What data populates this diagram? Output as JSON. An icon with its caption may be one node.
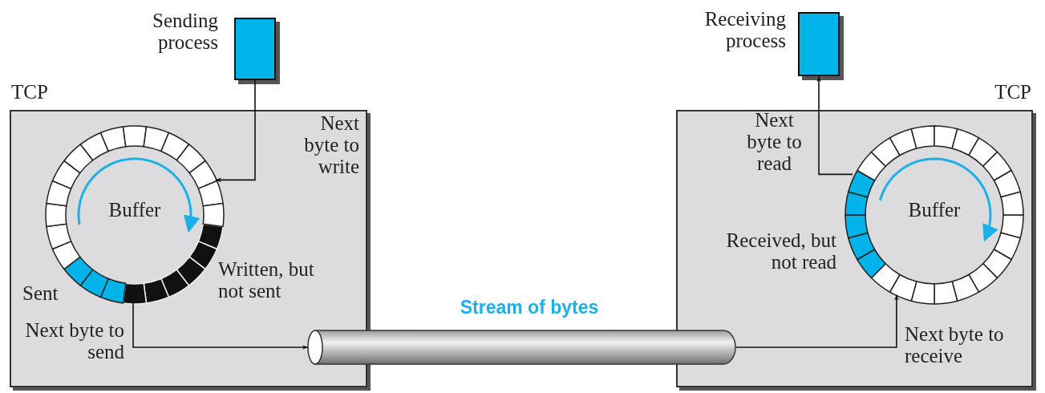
{
  "diagram": {
    "nodes": [
      {
        "text": [],
        "shape": "box",
        "beside": [
          "Sending process"
        ]
      },
      {
        "text": [
          "TCP"
        ]
      },
      {
        "text": [
          "Buffer"
        ],
        "in": 1
      },
      {
        "text": [],
        "shape": "box",
        "beside": [
          "Receiving process"
        ]
      },
      {
        "text": [
          "TCP"
        ]
      },
      {
        "text": [
          "Buffer"
        ],
        "in": 4
      },
      {
        "text": [],
        "shape": "cylinder",
        "beside": [
          "Stream of bytes"
        ]
      }
    ],
    "edges": [
      {
        "from": 0,
        "to": 2,
        "arrow": "to"
      },
      {
        "from": 2,
        "to": 6,
        "arrow": "to"
      },
      {
        "from": 6,
        "to": 5,
        "arrow": "to"
      },
      {
        "from": 5,
        "to": 3,
        "arrow": "to"
      }
    ],
    "labels": [
      "Next byte to write",
      "Written, but not sent",
      "Sent",
      "Next byte to send",
      "Next byte to read",
      "Received, but not read",
      "Next byte to receive"
    ]
  }
}
